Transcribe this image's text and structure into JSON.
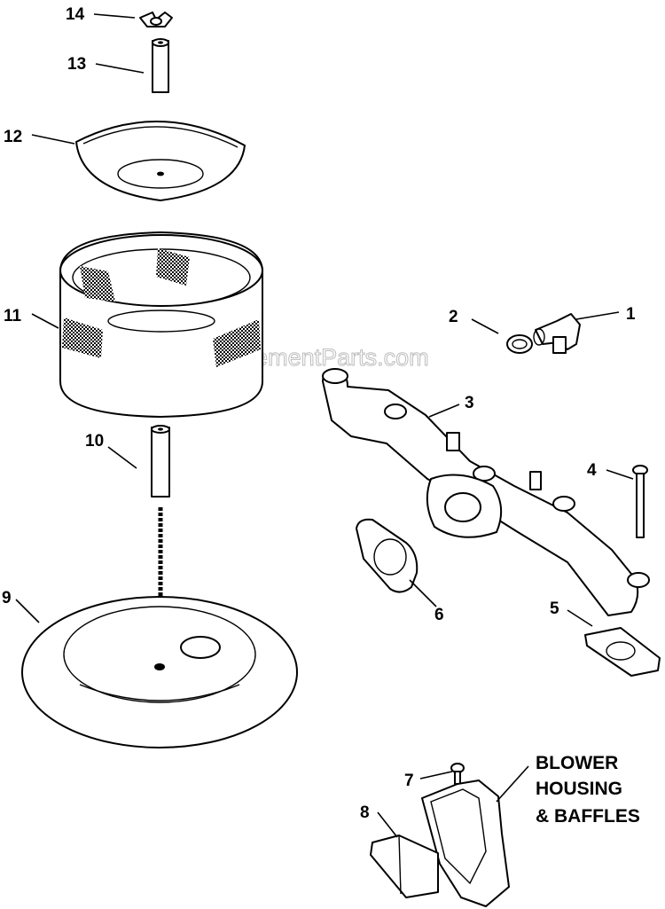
{
  "watermark": "eReplacementParts.com",
  "callouts": [
    {
      "id": "14",
      "label": "14"
    },
    {
      "id": "13",
      "label": "13"
    },
    {
      "id": "12",
      "label": "12"
    },
    {
      "id": "11",
      "label": "11"
    },
    {
      "id": "10",
      "label": "10"
    },
    {
      "id": "9",
      "label": "9"
    },
    {
      "id": "2",
      "label": "2"
    },
    {
      "id": "1",
      "label": "1"
    },
    {
      "id": "3",
      "label": "3"
    },
    {
      "id": "4",
      "label": "4"
    },
    {
      "id": "6",
      "label": "6"
    },
    {
      "id": "5",
      "label": "5"
    },
    {
      "id": "7",
      "label": "7"
    },
    {
      "id": "8",
      "label": "8"
    }
  ],
  "reference_label": {
    "line1": "BLOWER",
    "line2": "HOUSING",
    "line3": "& BAFFLES"
  }
}
